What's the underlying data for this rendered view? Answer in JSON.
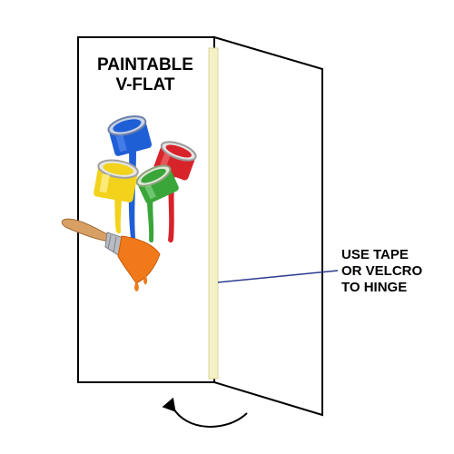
{
  "title": {
    "line1": "PAINTABLE",
    "line2": "V-FLAT"
  },
  "callout": {
    "line1": "USE TAPE",
    "line2": "OR VELCRO",
    "line3": "TO HINGE"
  },
  "colors": {
    "outline": "#000000",
    "hinge_tape": "#f4f2c4",
    "hinge_tape_edge": "#d8d49a",
    "leader_line": "#2b3a8f",
    "paint_blue": "#1f5fd6",
    "paint_red": "#d8232a",
    "paint_yellow": "#f2d21b",
    "paint_green": "#3aa63a",
    "brush_orange": "#f07a1a",
    "brush_handle": "#d9a066"
  },
  "icons": {
    "paint_cans": "paint-cans-icon",
    "brush": "paintbrush-icon",
    "rotate_arrow": "curved-arrow-icon"
  }
}
